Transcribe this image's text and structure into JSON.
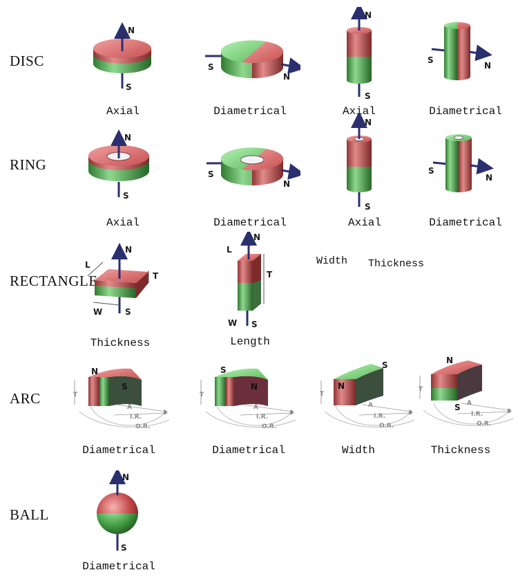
{
  "rows": {
    "disc": "DISC",
    "ring": "RING",
    "rectangle": "RECTANGLE",
    "arc": "ARC",
    "ball": "BALL"
  },
  "captions": {
    "disc": [
      "Axial",
      "Diametrical",
      "Axial",
      "Diametrical"
    ],
    "ring": [
      "Axial",
      "Diametrical",
      "Axial",
      "Diametrical"
    ],
    "rectangle": [
      "Thickness",
      "Length"
    ],
    "rectangle_extra": [
      "Width",
      "Thickness"
    ],
    "arc": [
      "Diametrical",
      "Diametrical",
      "Width",
      "Thickness"
    ],
    "ball": [
      "Diametrical"
    ]
  },
  "poles": {
    "north": "N",
    "south": "S"
  },
  "dims": {
    "length": "L",
    "width": "W",
    "thickness": "T",
    "angle": "A",
    "inner_radius": "I.R.",
    "outer_radius": "O.R."
  },
  "colors": {
    "north_red": "#c94b4b",
    "south_green": "#4fae4f",
    "arrow": "#2a2f6e",
    "guide": "#9a9a9a"
  }
}
